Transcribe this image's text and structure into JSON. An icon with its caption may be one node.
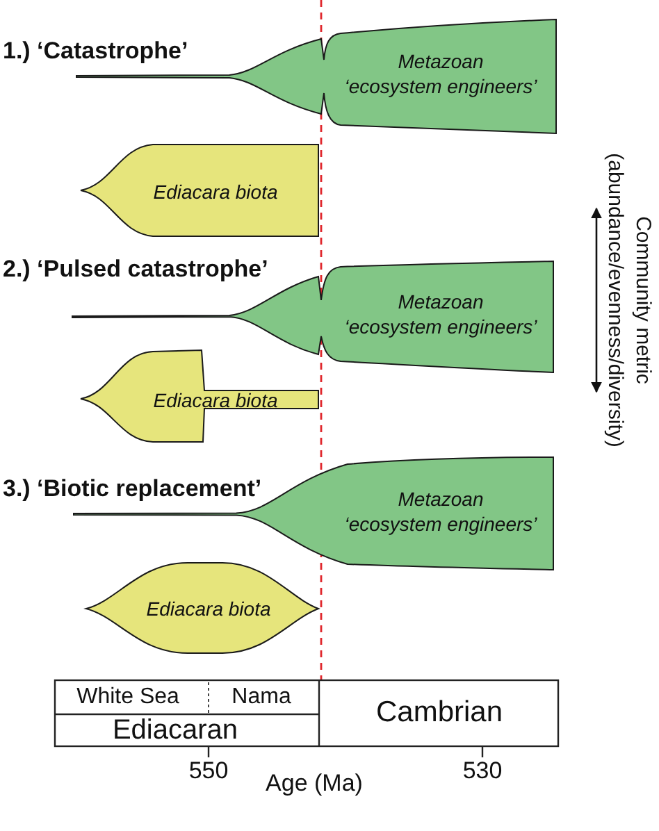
{
  "diagram": {
    "nodes": [
      {
        "text": [
          "Metazoan ‘ecosystem engineers’"
        ]
      },
      {
        "text": [
          "Ediacara biota"
        ]
      },
      {
        "text": [
          "Metazoan ‘ecosystem engineers’"
        ]
      },
      {
        "text": [
          "Ediacara biota"
        ]
      },
      {
        "text": [
          "Metazoan ‘ecosystem engineers’"
        ]
      },
      {
        "text": [
          "Ediacara biota"
        ]
      }
    ],
    "labels": [
      "1.) ‘Catastrophe’",
      "2.) ‘Pulsed catastrophe’",
      "3.) ‘Biotic replacement’",
      "Community metric (abundance/evenness/diversity)",
      "White Sea",
      "Nama",
      "Cambrian",
      "Ediacaran",
      "550",
      "530",
      "Age (Ma)"
    ]
  }
}
